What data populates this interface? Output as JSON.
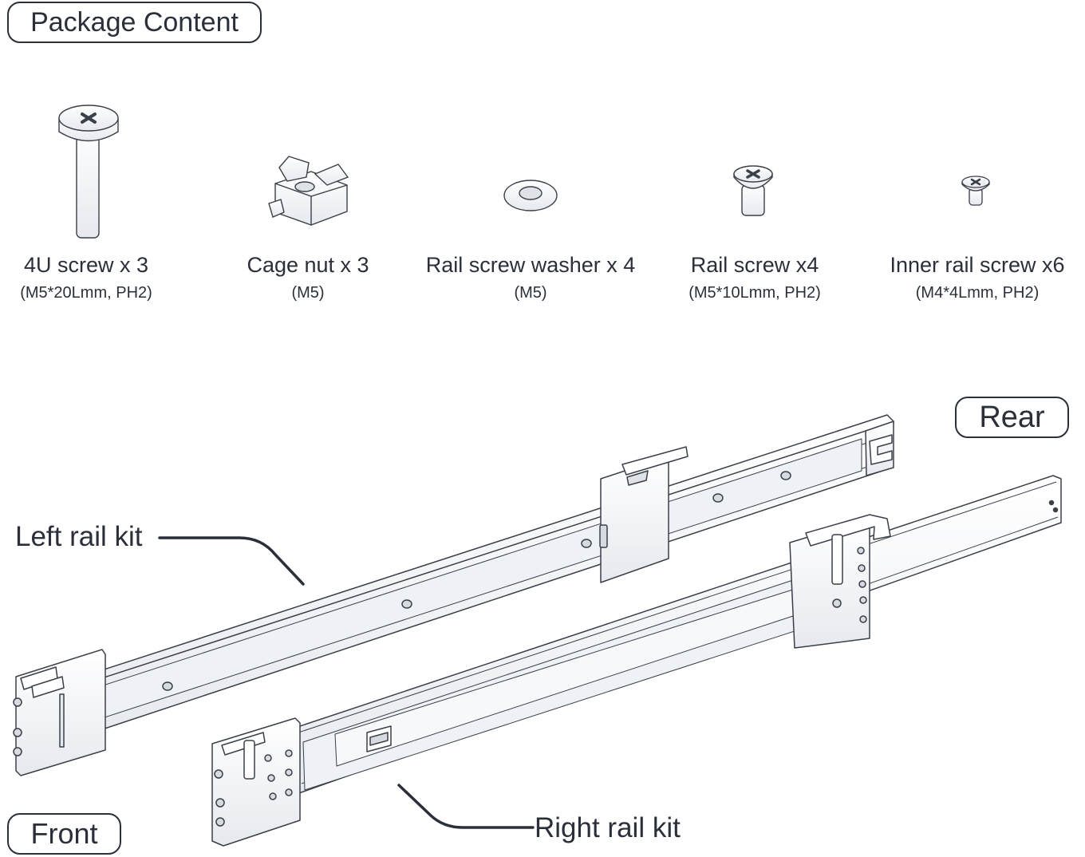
{
  "header": {
    "title": "Package Content"
  },
  "parts": [
    {
      "name": "4U screw x 3",
      "spec": "(M5*20Lmm, PH2)"
    },
    {
      "name": "Cage nut x 3",
      "spec": "(M5)"
    },
    {
      "name": "Rail screw washer x 4",
      "spec": "(M5)"
    },
    {
      "name": "Rail screw x4",
      "spec": "(M5*10Lmm, PH2)"
    },
    {
      "name": "Inner rail screw x6",
      "spec": "(M4*4Lmm, PH2)"
    }
  ],
  "diagram": {
    "rear_label": "Rear",
    "front_label": "Front",
    "left_rail_label": "Left rail kit",
    "right_rail_label": "Right rail kit"
  },
  "colors": {
    "ink": "#2a2f3a",
    "metal_fill": "#f7f8fa",
    "metal_edge": "#3a3f48"
  },
  "icons": [
    "4u-screw-icon",
    "cage-nut-icon",
    "washer-icon",
    "rail-screw-icon",
    "inner-rail-screw-icon",
    "left-rail-kit-icon",
    "right-rail-kit-icon"
  ]
}
